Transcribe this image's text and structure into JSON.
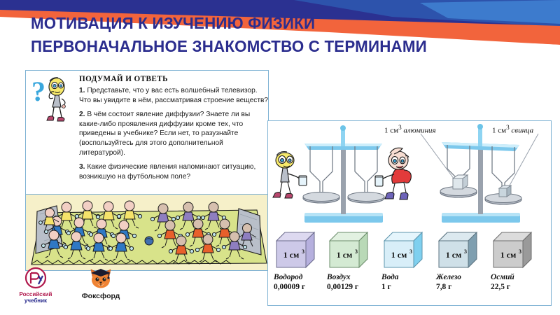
{
  "slide": {
    "title_line1": "МОТИВАЦИЯ К ИЗУЧЕНИЮ ФИЗИКИ",
    "title_line2": "ПЕРВОНАЧАЛЬНОЕ ЗНАКОМСТВО С ТЕРМИНАМИ",
    "title_color": "#2b2d8e",
    "banner_colors": {
      "dark_blue": "#2b3191",
      "mid_blue": "#2f5fb5",
      "orange": "#f2643c",
      "light_blue": "#3f7fd0"
    }
  },
  "left_panel": {
    "heading": "ПОДУМАЙ И ОТВЕТЬ",
    "question_mark": "?",
    "paragraphs": [
      {
        "number": "1.",
        "text": "Представьте, что у вас есть волшебный телевизор. Что вы увидите в нём, рассматривая строение веществ?"
      },
      {
        "number": "2.",
        "text": "В чём состоит явление диффузии? Знаете ли вы какие-либо проявления диффузии кроме тех, что приведены в учебнике? Если нет, то разузнайте (воспользуйтесь для этого дополнительной литературой)."
      },
      {
        "number": "3.",
        "text": "Какие физические явления напоминают ситуацию, возникшую на футбольном поле?"
      }
    ],
    "illustration_name": "football-field-crowd"
  },
  "right_panel": {
    "label_left": {
      "volume": "1 см",
      "sup": "3",
      "material": "алюминия"
    },
    "label_right": {
      "volume": "1 см",
      "sup": "3",
      "material": "свинца"
    },
    "scales": [
      {
        "name": "balance-scale-empty",
        "character": "boy-yellow-head"
      },
      {
        "name": "balance-scale-loaded",
        "character": "boy-pink-head"
      }
    ],
    "cubes": [
      {
        "label": "1 см",
        "sup": "3",
        "name": "Водород",
        "mass": "0,00009 г",
        "color": "#cdc9e8",
        "face": "#b6b0de",
        "top": "#ddd9f0"
      },
      {
        "label": "1 см",
        "sup": "3",
        "name": "Воздух",
        "mass": "0,00129 г",
        "color": "#d4ead3",
        "face": "#b9d9b7",
        "top": "#e2f1e1"
      },
      {
        "label": "1 см",
        "sup": "3",
        "name": "Вода",
        "mass": "1 г",
        "color": "#d8eef8",
        "face": "#7fd0ef",
        "top": "#e5f5fc"
      },
      {
        "label": "1 см",
        "sup": "3",
        "name": "Железо",
        "mass": "7,8 г",
        "color": "#cfe0e8",
        "face": "#7f9fb0",
        "top": "#dce9ef"
      },
      {
        "label": "1 см",
        "sup": "3",
        "name": "Осмий",
        "mass": "22,5 г",
        "color": "#cccccc",
        "face": "#9a9a9a",
        "top": "#dcdcdc"
      }
    ]
  },
  "logos": {
    "rus_uchebnik": {
      "mark": "Р-у",
      "word1": "Российский",
      "word2": "учебник"
    },
    "foxford": {
      "name": "Фоксфорд",
      "icon": "fox-graduate-icon"
    }
  }
}
